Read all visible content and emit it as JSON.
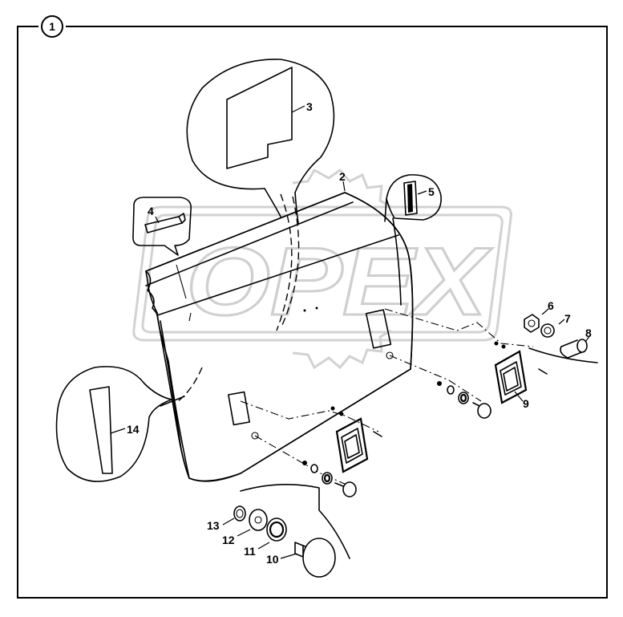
{
  "diagram": {
    "assembly_number": "1",
    "watermark": "OPEX",
    "parts": [
      {
        "number": "2"
      },
      {
        "number": "3"
      },
      {
        "number": "4"
      },
      {
        "number": "5"
      },
      {
        "number": "6"
      },
      {
        "number": "7"
      },
      {
        "number": "8"
      },
      {
        "number": "9"
      },
      {
        "number": "10"
      },
      {
        "number": "11"
      },
      {
        "number": "12"
      },
      {
        "number": "13"
      },
      {
        "number": "14"
      }
    ]
  }
}
